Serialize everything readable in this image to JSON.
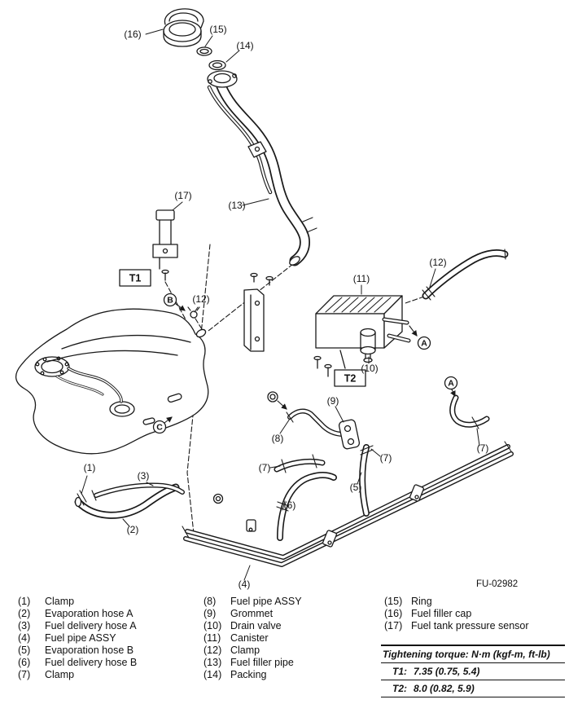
{
  "figure": {
    "id": "FU-02982"
  },
  "diagram": {
    "t1_label": "T1",
    "t2_label": "T2",
    "callouts": {
      "c1": "(1)",
      "c2": "(2)",
      "c3": "(3)",
      "c4": "(4)",
      "c5": "(5)",
      "c6": "(6)",
      "c7": "(7)",
      "c8": "(8)",
      "c9": "(9)",
      "c10": "(10)",
      "c11": "(11)",
      "c12": "(12)",
      "c13": "(13)",
      "c14": "(14)",
      "c15": "(15)",
      "c16": "(16)",
      "c17": "(17)"
    },
    "connectors": {
      "a": "A",
      "b": "B",
      "c": "C"
    }
  },
  "legend": {
    "col1": [
      {
        "num": "(1)",
        "label": "Clamp"
      },
      {
        "num": "(2)",
        "label": "Evaporation hose A"
      },
      {
        "num": "(3)",
        "label": "Fuel delivery hose A"
      },
      {
        "num": "(4)",
        "label": "Fuel pipe ASSY"
      },
      {
        "num": "(5)",
        "label": "Evaporation hose B"
      },
      {
        "num": "(6)",
        "label": "Fuel delivery hose B"
      },
      {
        "num": "(7)",
        "label": "Clamp"
      }
    ],
    "col2": [
      {
        "num": "(8)",
        "label": "Fuel pipe ASSY"
      },
      {
        "num": "(9)",
        "label": "Grommet"
      },
      {
        "num": "(10)",
        "label": "Drain valve"
      },
      {
        "num": "(11)",
        "label": "Canister"
      },
      {
        "num": "(12)",
        "label": "Clamp"
      },
      {
        "num": "(13)",
        "label": "Fuel filler pipe"
      },
      {
        "num": "(14)",
        "label": "Packing"
      }
    ],
    "col3": [
      {
        "num": "(15)",
        "label": "Ring"
      },
      {
        "num": "(16)",
        "label": "Fuel filler cap"
      },
      {
        "num": "(17)",
        "label": "Fuel tank pressure sensor"
      }
    ]
  },
  "torque": {
    "title": "Tightening torque: N·m (kgf-m, ft-lb)",
    "rows": [
      {
        "label": "T1:",
        "value": "7.35 (0.75, 5.4)"
      },
      {
        "label": "T2:",
        "value": "8.0 (0.82, 5.9)"
      }
    ]
  }
}
